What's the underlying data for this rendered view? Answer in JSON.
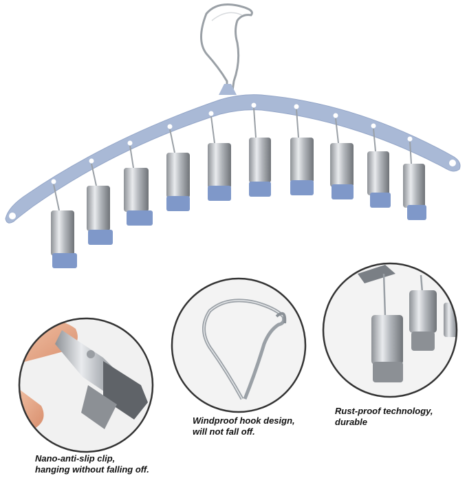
{
  "product": {
    "hanger_color": "#a9b9d6",
    "clip_tip_color": "#7f98c9",
    "metal_color": "#b9bcc0",
    "clip_count": 10
  },
  "callouts": [
    {
      "name": "clip",
      "lines": [
        "Nano-anti-slip clip,",
        "hanging without falling off."
      ]
    },
    {
      "name": "hook",
      "lines": [
        "Windproof hook design,",
        "will not fall off."
      ]
    },
    {
      "name": "rust",
      "lines": [
        "Rust-proof technology,",
        "durable"
      ]
    }
  ]
}
